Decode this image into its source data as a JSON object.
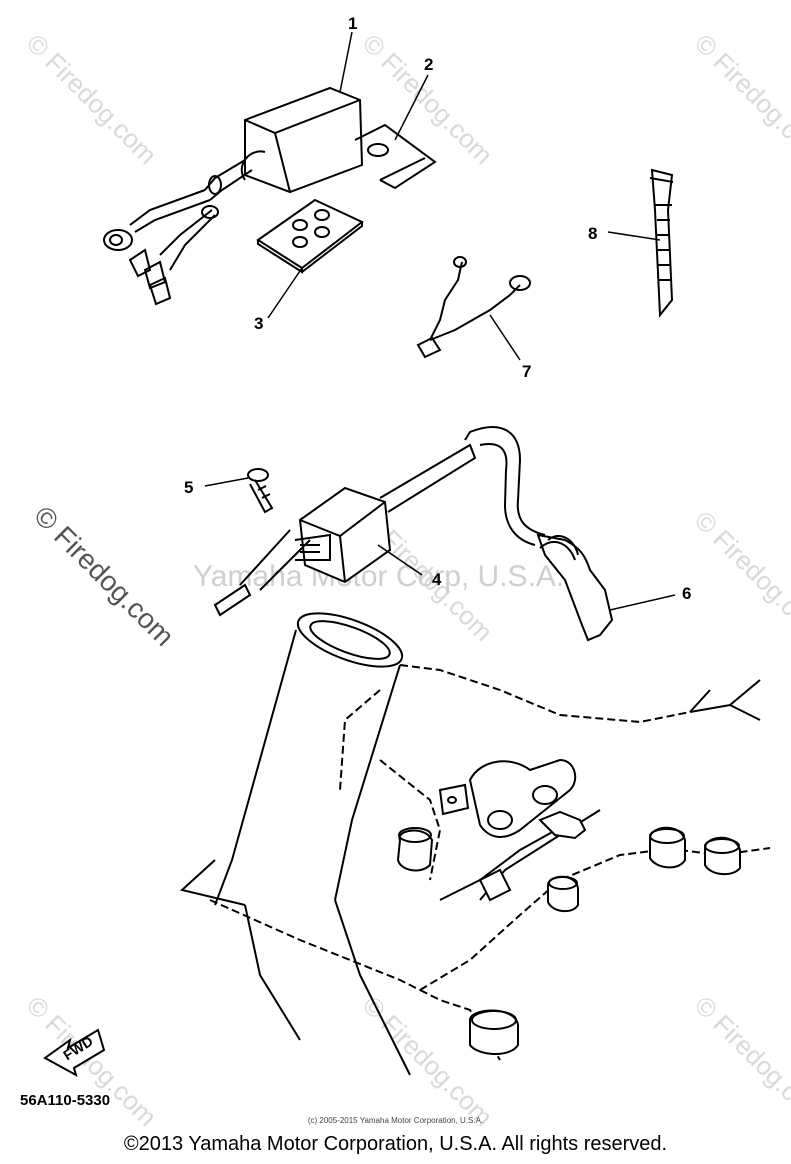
{
  "watermarks": {
    "tile": "© Firedog.com",
    "side": "© Firedog.com",
    "center": "Yamaha Motor Corp, U.S.A."
  },
  "callouts": {
    "p1": "1",
    "p2": "2",
    "p3": "3",
    "p4": "4",
    "p5": "5",
    "p6": "6",
    "p7": "7",
    "p8": "8"
  },
  "fwd_label": "FWD",
  "diagram_code": "56A110-5330",
  "small_copyright": "(c) 2005-2015 Yamaha Motor Corporation, U.S.A.",
  "copyright": "©2013 Yamaha Motor Corporation, U.S.A. All rights reserved."
}
